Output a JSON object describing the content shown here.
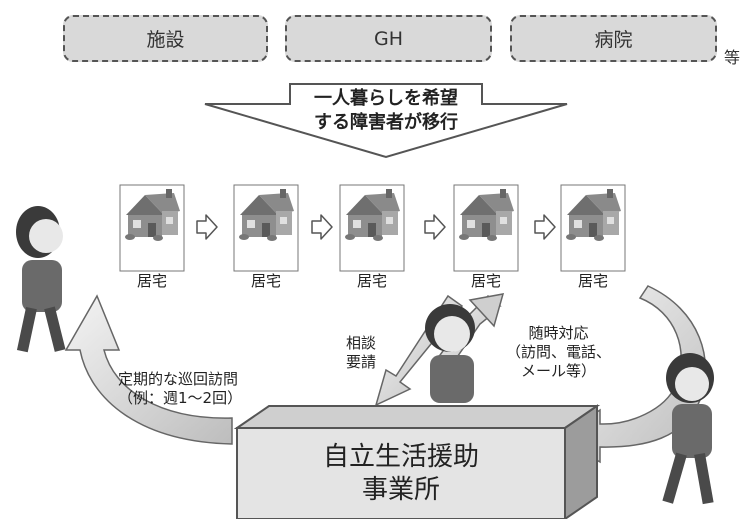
{
  "facilities": [
    "施設",
    "GH",
    "病院"
  ],
  "facilities_suffix": "等",
  "transition_arrow": {
    "line1": "一人暮らしを希望",
    "line2": "する障害者が移行"
  },
  "homes": [
    "居宅",
    "居宅",
    "居宅",
    "居宅",
    "居宅"
  ],
  "consult_label": {
    "line1": "相談",
    "line2": "要請"
  },
  "response_label": {
    "line1": "随時対応",
    "line2": "（訪問、電話、",
    "line3": "メール等）"
  },
  "visit_label": {
    "line1": "定期的な巡回訪問",
    "line2": "（例：週1～2回）"
  },
  "office": {
    "line1": "自立生活援助",
    "line2": "事業所"
  },
  "colors": {
    "box_fill": "#d9d9d9",
    "arrow_fill": "#e6e6e6",
    "line": "#555555"
  }
}
